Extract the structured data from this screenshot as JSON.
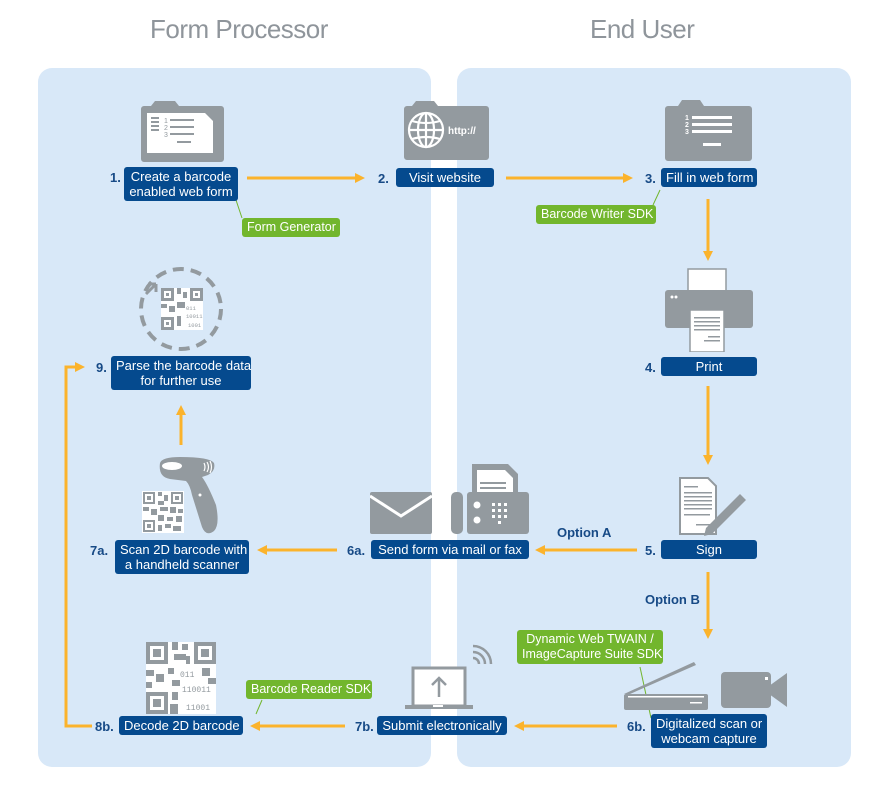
{
  "headers": {
    "left": "Form Processor",
    "right": "End User"
  },
  "colors": {
    "panel": "#d8e8f8",
    "step_box": "#054a8e",
    "sdk_badge": "#72b62d",
    "arrow": "#fbb32c",
    "icon_gray": "#939a9f",
    "number_text": "#174a86"
  },
  "steps": [
    {
      "id": "1",
      "number": "1.",
      "line1": "Create a barcode",
      "line2": "enabled web form",
      "icon": "web-form-folder-icon"
    },
    {
      "id": "2",
      "number": "2.",
      "line1": "Visit website",
      "icon": "globe-http-icon"
    },
    {
      "id": "3",
      "number": "3.",
      "line1": "Fill in web form",
      "icon": "numbered-form-icon"
    },
    {
      "id": "4",
      "number": "4.",
      "line1": "Print",
      "icon": "printer-icon"
    },
    {
      "id": "5",
      "number": "5.",
      "line1": "Sign",
      "icon": "document-pen-icon"
    },
    {
      "id": "6a",
      "number": "6a.",
      "line1": "Send form via mail or fax",
      "icon": "mail-fax-icon"
    },
    {
      "id": "6b",
      "number": "6b.",
      "line1": "Digitalized scan or",
      "line2": "webcam capture",
      "icon": "scanner-webcam-icon"
    },
    {
      "id": "7a",
      "number": "7a.",
      "line1": "Scan 2D barcode with",
      "line2": "a handheld scanner",
      "icon": "handheld-scanner-icon"
    },
    {
      "id": "7b",
      "number": "7b.",
      "line1": "Submit electronically",
      "icon": "laptop-upload-icon"
    },
    {
      "id": "8b",
      "number": "8b.",
      "line1": "Decode 2D barcode",
      "icon": "qr-code-binary-icon"
    },
    {
      "id": "9",
      "number": "9.",
      "line1": "Parse the barcode data",
      "line2": "for further use",
      "icon": "qr-code-cycle-icon"
    }
  ],
  "sdk_badges": {
    "form_generator": "Form Generator",
    "barcode_writer": "Barcode Writer SDK",
    "barcode_reader": "Barcode Reader SDK",
    "dwt_line1": "Dynamic Web TWAIN /",
    "dwt_line2": "ImageCapture Suite SDK"
  },
  "options": {
    "a": "Option A",
    "b": "Option B"
  },
  "icon_text": {
    "http": "http://",
    "qr_bits_1": "011",
    "qr_bits_2": "110011",
    "qr_bits_3": "11001"
  }
}
